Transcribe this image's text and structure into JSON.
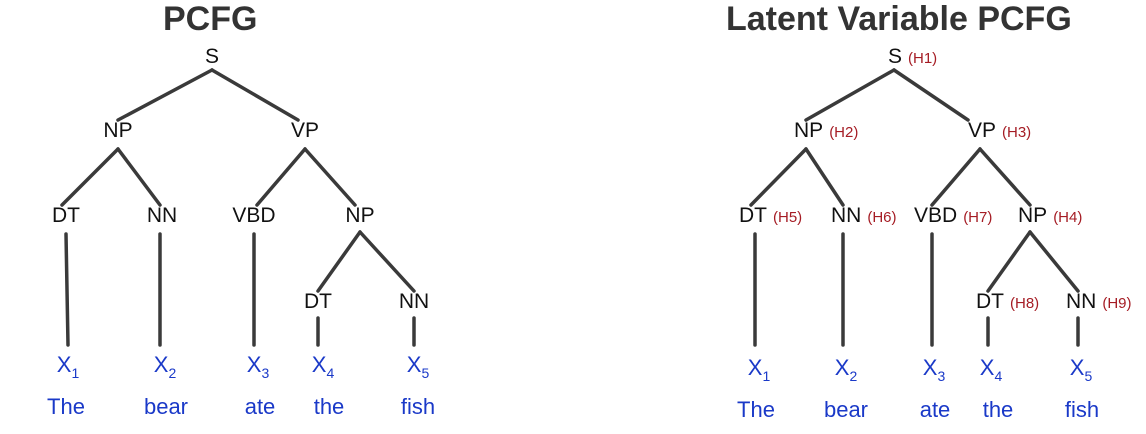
{
  "trees": [
    {
      "title": "PCFG",
      "nodes": {
        "s": {
          "label": "S"
        },
        "np": {
          "label": "NP"
        },
        "vp": {
          "label": "VP"
        },
        "dt": {
          "label": "DT"
        },
        "nn": {
          "label": "NN"
        },
        "vbd": {
          "label": "VBD"
        },
        "np2": {
          "label": "NP"
        },
        "dt2": {
          "label": "DT"
        },
        "nn2": {
          "label": "NN"
        }
      },
      "leaves": [
        {
          "var": "X",
          "sub": "1",
          "word": "The"
        },
        {
          "var": "X",
          "sub": "2",
          "word": "bear"
        },
        {
          "var": "X",
          "sub": "3",
          "word": "ate"
        },
        {
          "var": "X",
          "sub": "4",
          "word": "the"
        },
        {
          "var": "X",
          "sub": "5",
          "word": "fish"
        }
      ]
    },
    {
      "title": "Latent Variable PCFG",
      "nodes": {
        "s": {
          "label": "S",
          "latent": "(H1)"
        },
        "np": {
          "label": "NP",
          "latent": "(H2)"
        },
        "vp": {
          "label": "VP",
          "latent": "(H3)"
        },
        "dt": {
          "label": "DT",
          "latent": "(H5)"
        },
        "nn": {
          "label": "NN",
          "latent": "(H6)"
        },
        "vbd": {
          "label": "VBD",
          "latent": "(H7)"
        },
        "np2": {
          "label": "NP",
          "latent": "(H4)"
        },
        "dt2": {
          "label": "DT",
          "latent": "(H8)"
        },
        "nn2": {
          "label": "NN",
          "latent": "(H9)"
        }
      },
      "leaves": [
        {
          "var": "X",
          "sub": "1",
          "word": "The"
        },
        {
          "var": "X",
          "sub": "2",
          "word": "bear"
        },
        {
          "var": "X",
          "sub": "3",
          "word": "ate"
        },
        {
          "var": "X",
          "sub": "4",
          "word": "the"
        },
        {
          "var": "X",
          "sub": "5",
          "word": "fish"
        }
      ]
    }
  ]
}
